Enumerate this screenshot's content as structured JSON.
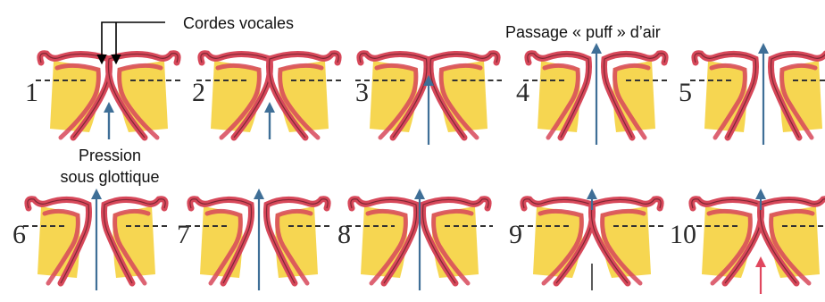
{
  "labels": {
    "vocal_cords": "Cordes vocales",
    "air_puff": "Passage « puff » d’air",
    "pressure_line1": "Pression",
    "pressure_line2": "sous glottique"
  },
  "colors": {
    "fold": "#d7485a",
    "fill": "#f5d23e",
    "flow_arrow": "#3f6f97",
    "dash": "#333333",
    "pointer": "#000000",
    "tip_arrow": "#e0475e"
  },
  "phases": [
    {
      "number": "1",
      "state": "closed",
      "flow": "pressure-below"
    },
    {
      "number": "2",
      "state": "closed",
      "flow": "pressure-below"
    },
    {
      "number": "3",
      "state": "opening",
      "flow": "pressure-rising"
    },
    {
      "number": "4",
      "state": "open",
      "flow": "through"
    },
    {
      "number": "5",
      "state": "open",
      "flow": "through"
    },
    {
      "number": "6",
      "state": "open",
      "flow": "through"
    },
    {
      "number": "7",
      "state": "open",
      "flow": "through"
    },
    {
      "number": "8",
      "state": "closing",
      "flow": "through"
    },
    {
      "number": "9",
      "state": "closed",
      "flow": "above-only"
    },
    {
      "number": "10",
      "state": "closed",
      "flow": "above-and-below"
    }
  ]
}
